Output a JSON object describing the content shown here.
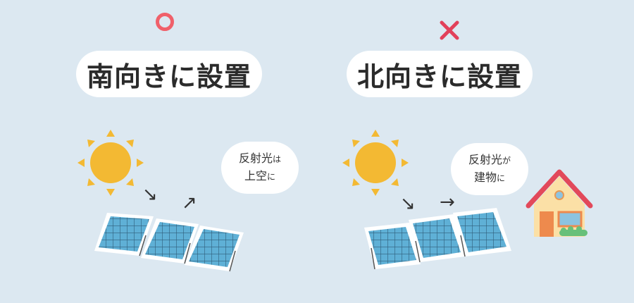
{
  "left": {
    "mark": "○",
    "title": "南向きに設置",
    "bubble_line1_main": "反射光",
    "bubble_line1_small": "は",
    "bubble_line2_main": "上空",
    "bubble_line2_small": "に"
  },
  "right": {
    "mark": "×",
    "title": "北向きに設置",
    "bubble_line1_main": "反射光",
    "bubble_line1_small": "が",
    "bubble_line2_main": "建物",
    "bubble_line2_small": "に"
  },
  "colors": {
    "background": "#dce8f1",
    "ok_mark": "#f0606a",
    "ng_mark": "#e2405a",
    "sun": "#f3b933",
    "panel": "#5fb0d6",
    "roof": "#e2495a",
    "house_wall": "#fbe0a6",
    "door": "#ee8a4d"
  },
  "icons": [
    "circle-ok-icon",
    "cross-ng-icon",
    "sun-icon",
    "solar-panel-icon",
    "house-icon",
    "arrow-icon"
  ]
}
